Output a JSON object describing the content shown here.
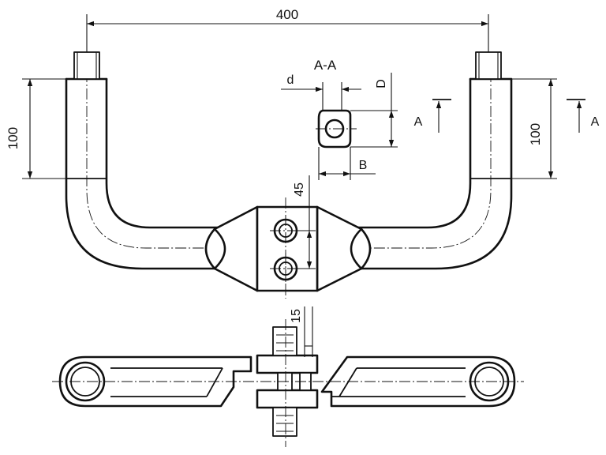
{
  "dimensions": {
    "overall_width": "400",
    "left_leg_height": "100",
    "right_leg_height": "100",
    "block_hole_pitch": "45",
    "plate_thickness": "15"
  },
  "section": {
    "title": "A-A",
    "d_label": "d",
    "D_label": "D",
    "B_label": "B"
  },
  "cut_markers": {
    "left": "A",
    "right": "A"
  }
}
